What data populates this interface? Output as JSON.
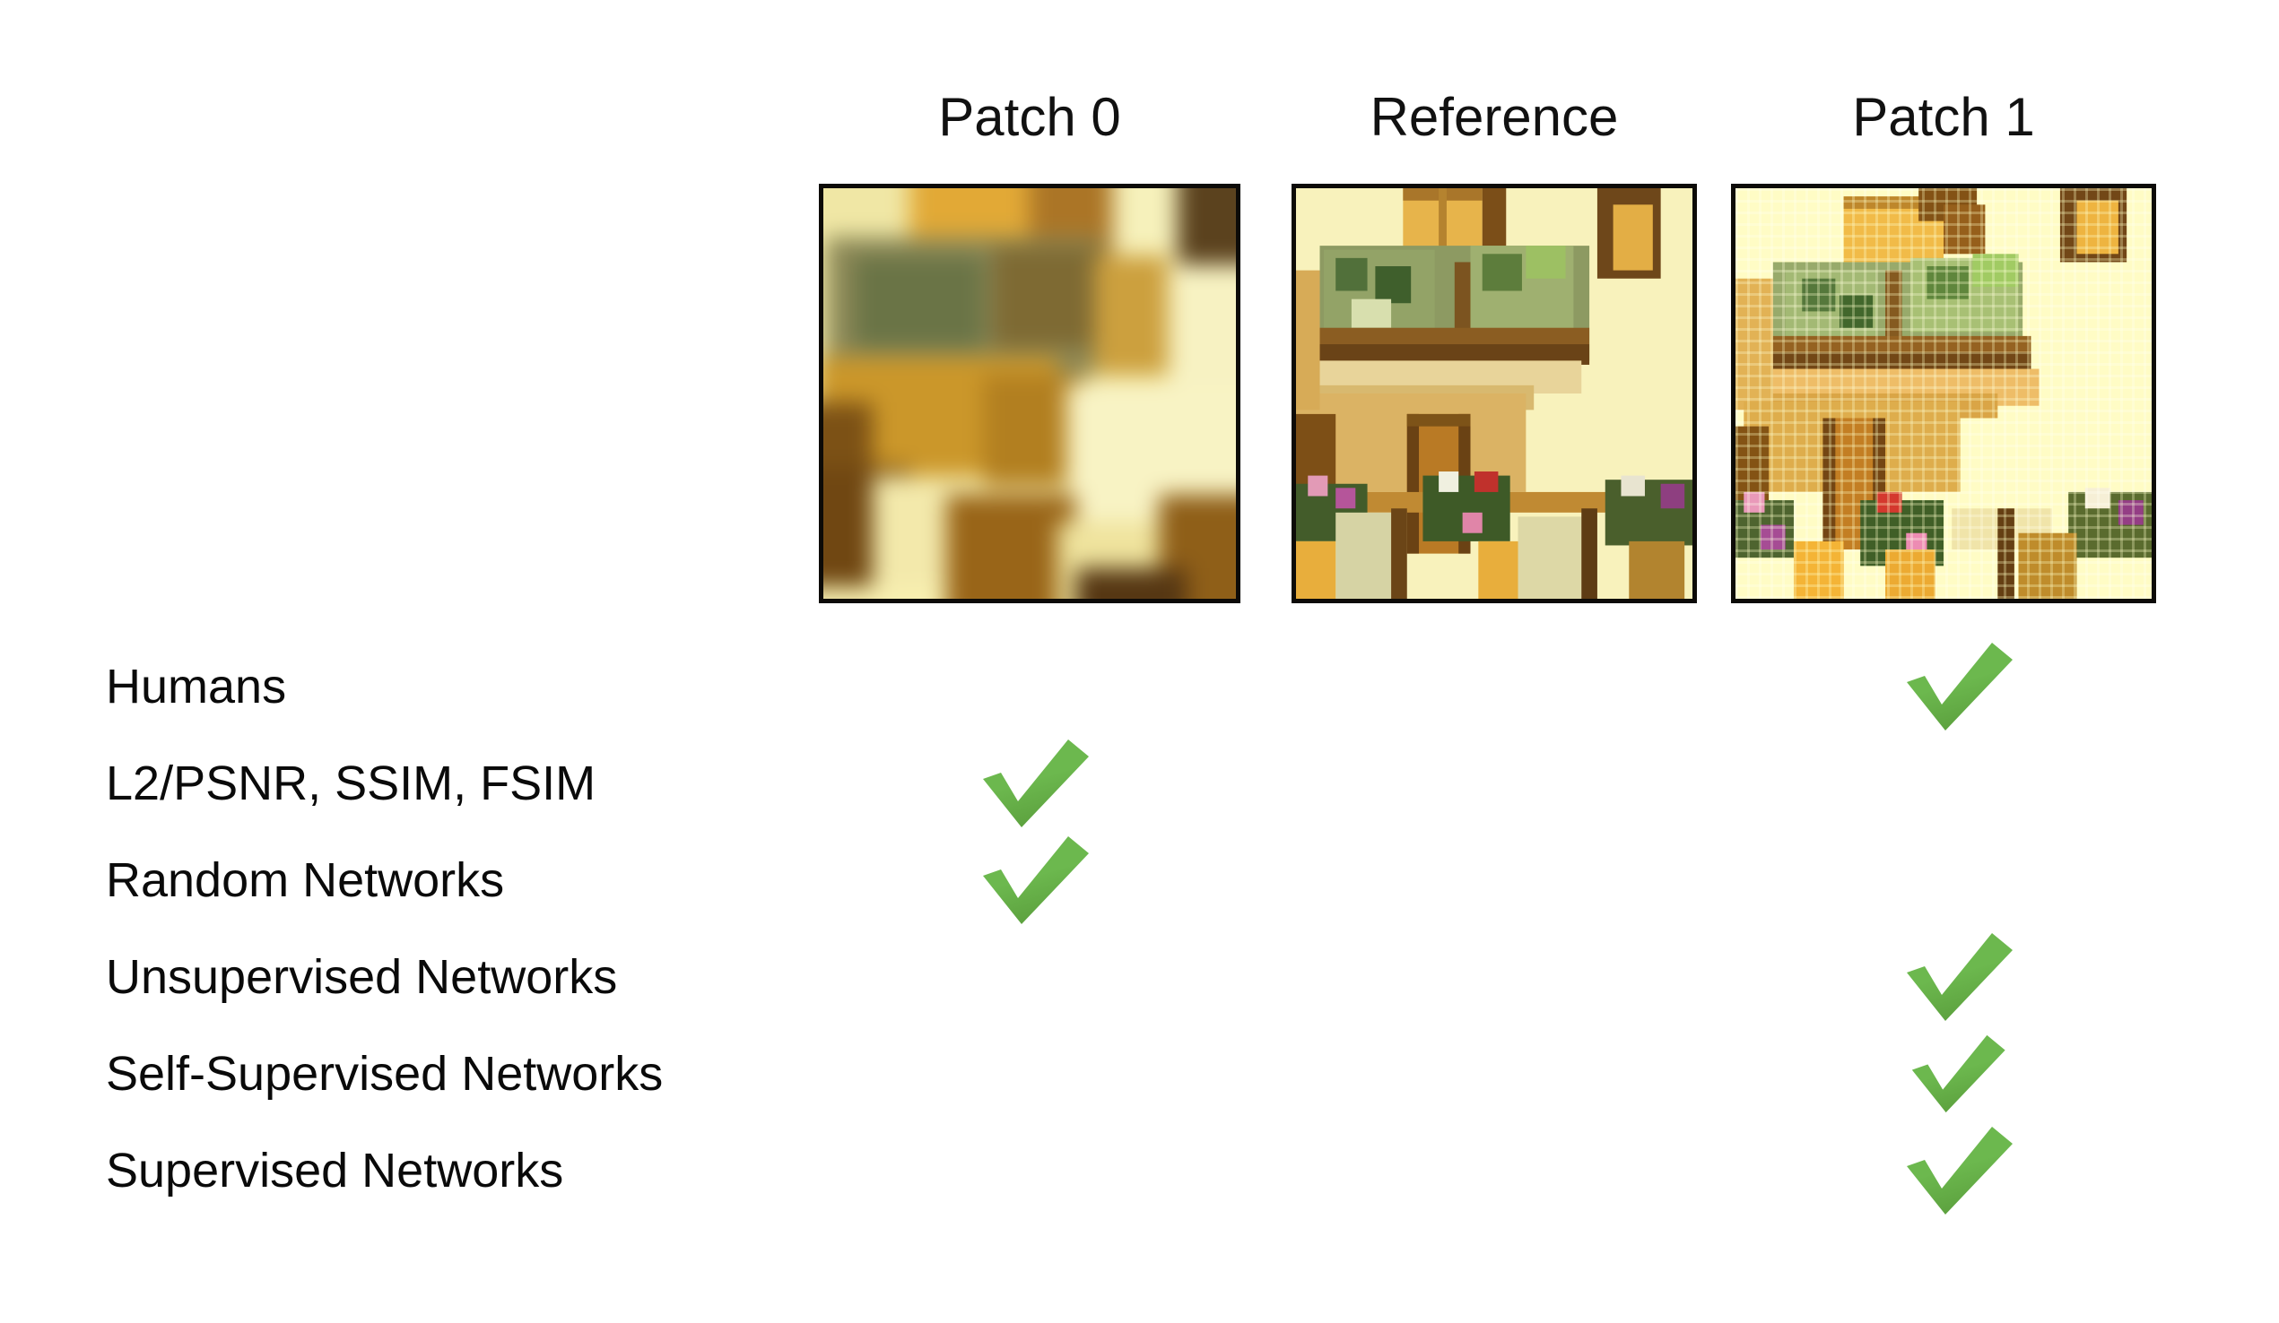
{
  "page": {
    "background_color": "#ffffff",
    "text_color": "#0a0a0a",
    "check_color": "#6cb84e",
    "check_color_dark": "#5da23f",
    "frame_border_color": "#0d0b08"
  },
  "columns": [
    {
      "key": "patch0",
      "label": "Patch 0"
    },
    {
      "key": "reference",
      "label": "Reference"
    },
    {
      "key": "patch1",
      "label": "Patch 1"
    }
  ],
  "patches": [
    {
      "key": "patch0",
      "label": "Patch 0",
      "icon": "blurred-image-thumbnail",
      "description": "Heavily blurred crop of a cream-yellow building facade with wooden balconies"
    },
    {
      "key": "reference",
      "label": "Reference",
      "icon": "reference-image-thumbnail",
      "description": "Sharp crop of a cream-yellow building facade with wooden balconies, green plants and pink flower boxes"
    },
    {
      "key": "patch1",
      "label": "Patch 1",
      "icon": "compressed-image-thumbnail",
      "description": "JPEG-compressed blocky crop of the same building facade showing checkerboard artifacts"
    }
  ],
  "rows": [
    {
      "label": "Humans",
      "patch0": false,
      "reference": false,
      "patch1": true,
      "patch1_size": "lg"
    },
    {
      "label": "L2/PSNR, SSIM, FSIM",
      "patch0": true,
      "reference": false,
      "patch1": false,
      "patch1_size": "lg"
    },
    {
      "label": "Random Networks",
      "patch0": true,
      "reference": false,
      "patch1": false,
      "patch1_size": "lg"
    },
    {
      "label": "Unsupervised Networks",
      "patch0": false,
      "reference": false,
      "patch1": true,
      "patch1_size": "lg"
    },
    {
      "label": "Self-Supervised Networks",
      "patch0": false,
      "reference": false,
      "patch1": true,
      "patch1_size": "sm"
    },
    {
      "label": "Supervised Networks",
      "patch0": false,
      "reference": false,
      "patch1": true,
      "patch1_size": "lg"
    }
  ]
}
